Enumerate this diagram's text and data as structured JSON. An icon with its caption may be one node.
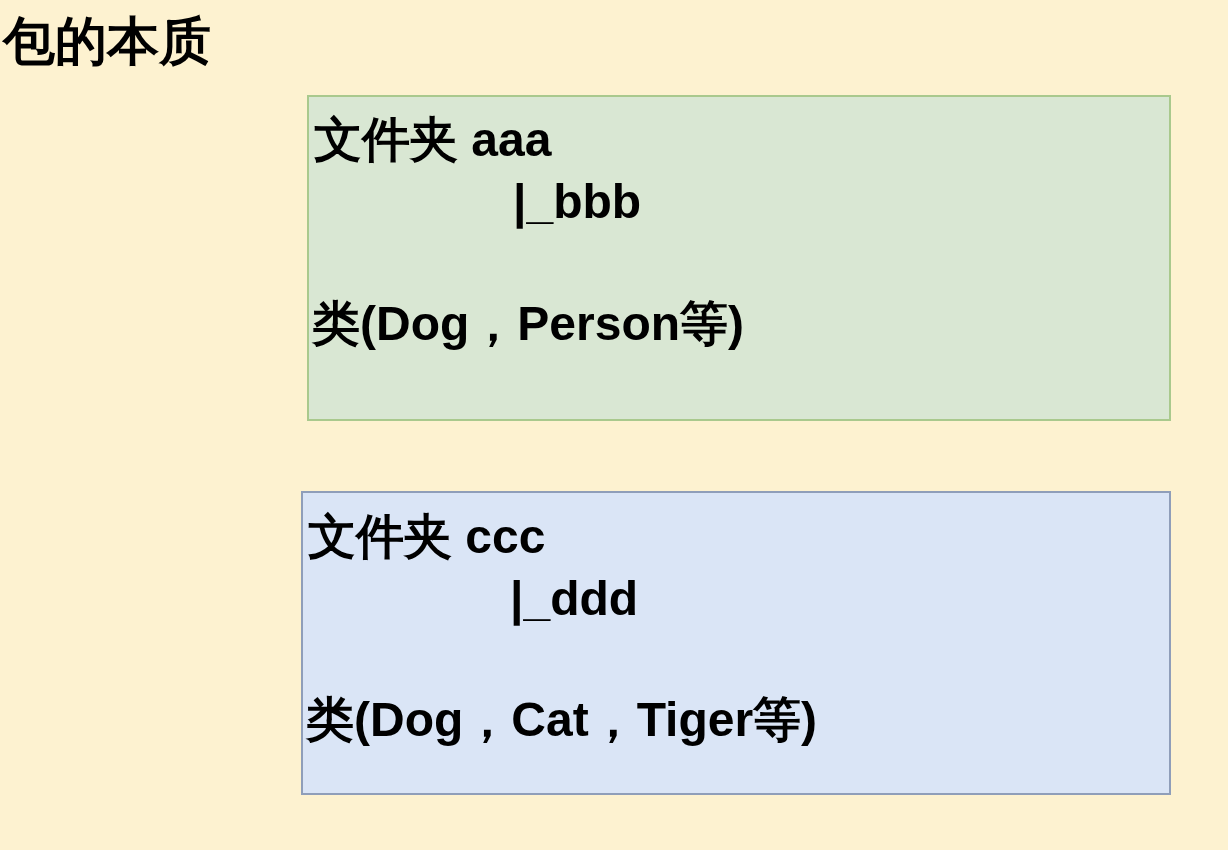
{
  "diagram": {
    "title": "包的本质",
    "nodes": [
      {
        "text": [
          "文件夹 aaa",
          "|_bbb",
          "类(Dog，Person等)"
        ]
      },
      {
        "text": [
          "文件夹 ccc",
          "|_ddd",
          "类(Dog，Cat，Tiger等)"
        ]
      }
    ]
  }
}
